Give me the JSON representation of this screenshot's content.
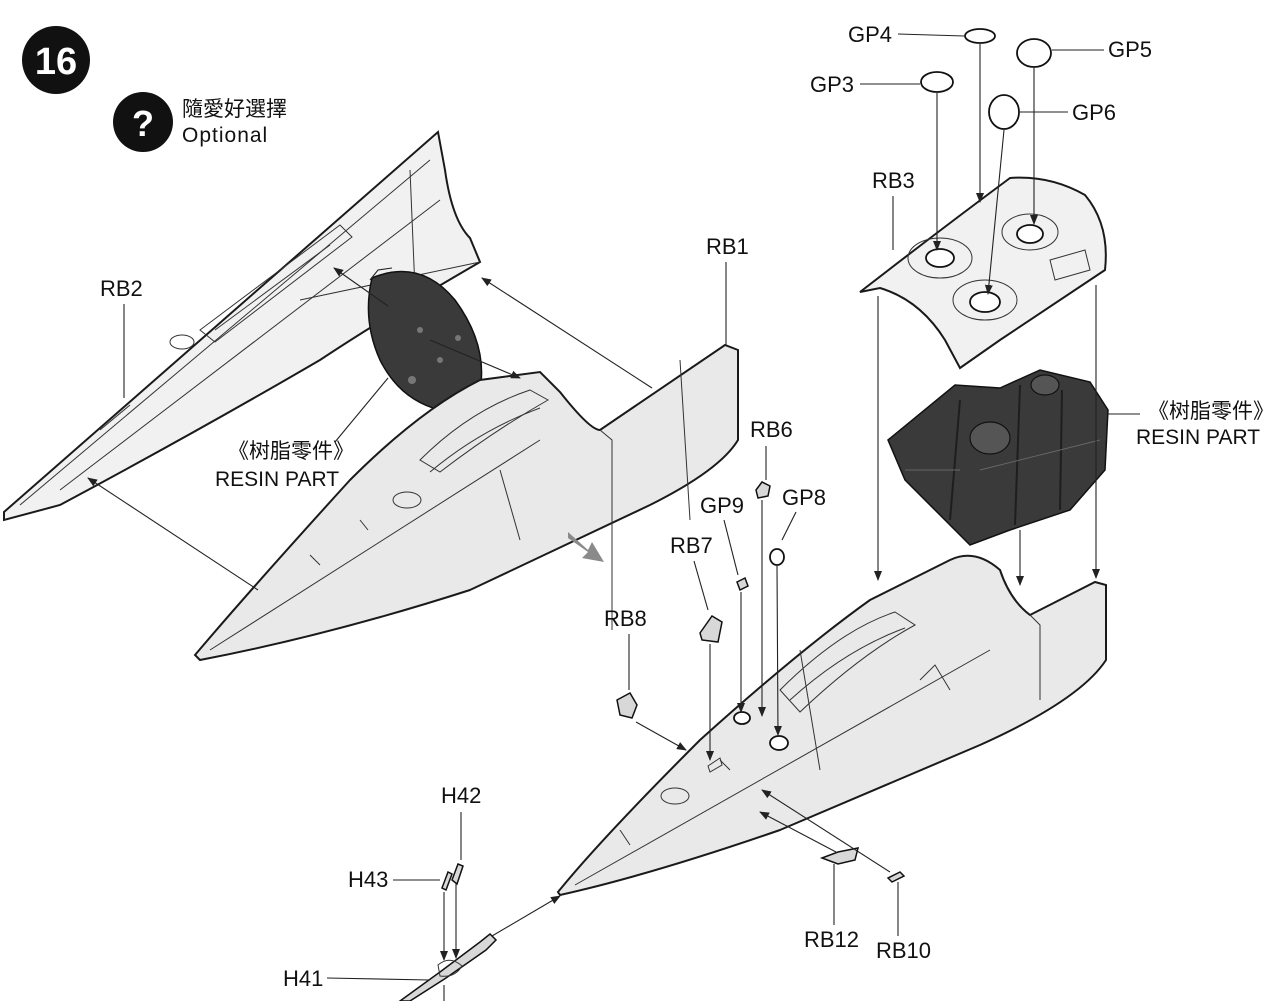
{
  "step": {
    "number": "16"
  },
  "optional": {
    "icon": "question-icon",
    "chinese": "隨愛好選擇",
    "english": "Optional"
  },
  "resin_left": {
    "chinese": "《树脂零件》",
    "english": "RESIN PART"
  },
  "resin_right": {
    "chinese": "《树脂零件》",
    "english": "RESIN PART"
  },
  "parts": {
    "gp3": "GP3",
    "gp4": "GP4",
    "gp5": "GP5",
    "gp6": "GP6",
    "gp8": "GP8",
    "gp9": "GP9",
    "rb1": "RB1",
    "rb2": "RB2",
    "rb3": "RB3",
    "rb6": "RB6",
    "rb7": "RB7",
    "rb8": "RB8",
    "rb10": "RB10",
    "rb12": "RB12",
    "h41": "H41",
    "h42": "H42",
    "h43": "H43"
  },
  "colors": {
    "ink": "#111111",
    "arrow_hint": "#8a8a8a",
    "resin": "#3a3a3a"
  }
}
